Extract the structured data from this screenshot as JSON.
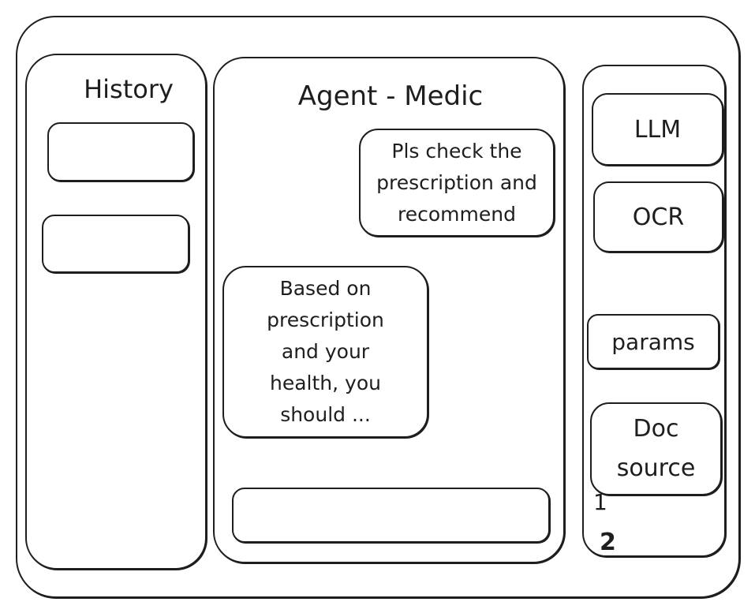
{
  "history": {
    "title": "History",
    "items": [
      "",
      ""
    ]
  },
  "chat": {
    "title": "Agent - Medic",
    "messages": [
      {
        "role": "user",
        "text": "Pls check the prescription and recommend"
      },
      {
        "role": "agent",
        "text": "Based on prescription and your health, you should ..."
      }
    ],
    "input_value": ""
  },
  "settings": {
    "llm_label": "LLM",
    "ocr_label": "OCR",
    "params_label": "params",
    "doc_source_label": "Doc source",
    "doc_list": [
      "1",
      "2"
    ]
  }
}
